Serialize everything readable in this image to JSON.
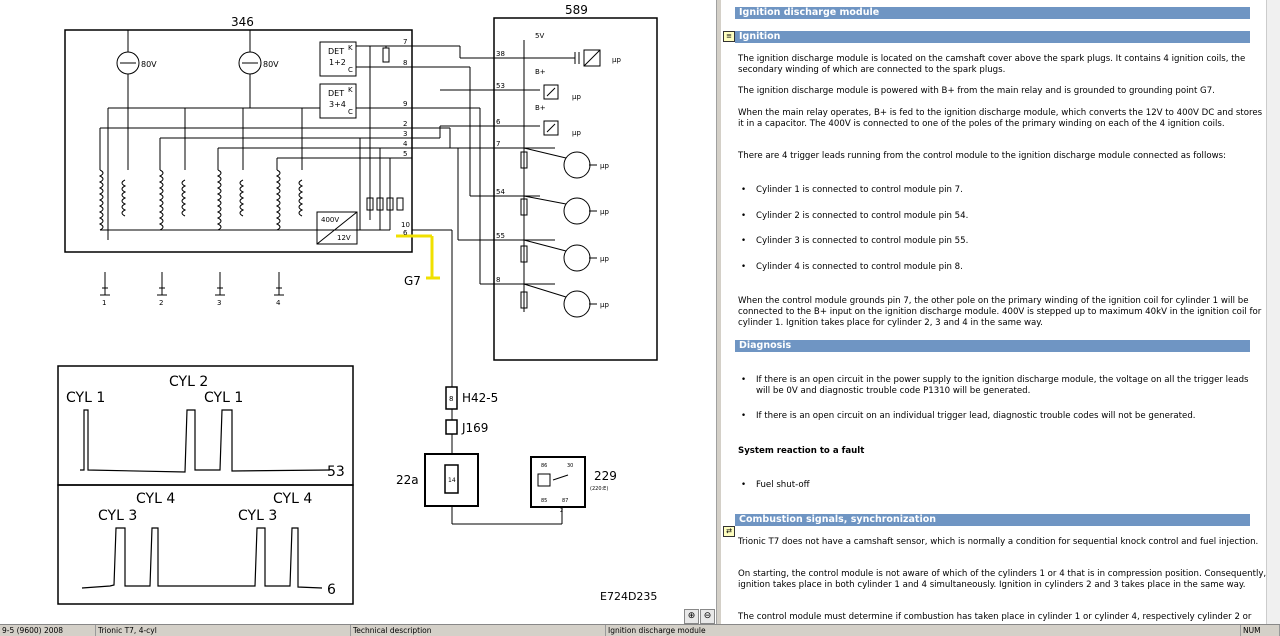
{
  "diagram": {
    "module_346": "346",
    "module_589": "589",
    "cap1": "80V",
    "cap2": "80V",
    "det12": [
      "DET",
      "1+2"
    ],
    "det34": [
      "DET",
      "3+4"
    ],
    "k": "K",
    "c": "C",
    "pins_left": [
      "7",
      "8",
      "9",
      "2",
      "3",
      "4",
      "5",
      "10",
      "6"
    ],
    "pins_right": [
      "38",
      "53",
      "6",
      "7",
      "54",
      "55",
      "8"
    ],
    "v5": "5V",
    "bplus": "B+",
    "mu": "µp",
    "conv": [
      "400V",
      "12V"
    ],
    "ground": "G7",
    "cyl_nums": [
      "1",
      "2",
      "3",
      "4"
    ],
    "h42": "H42-5",
    "h42pin": "8",
    "j169": "J169",
    "c22a": "22a",
    "c22pin": "14",
    "c229": "229",
    "c229sub": "(220:E)",
    "relay_pins": [
      "86",
      "30",
      "85",
      "87"
    ],
    "relay_bottom": "2",
    "w1": {
      "cyl_a": "CYL 1",
      "cyl_b": "CYL 2",
      "cyl_c": "CYL 1",
      "pin": "53"
    },
    "w2": {
      "cyl_a": "CYL 4",
      "cyl_b": "CYL 4",
      "cyl_c": "CYL 3",
      "cyl_d": "CYL 3",
      "pin": "6"
    },
    "figure_id": "E724D235"
  },
  "doc": {
    "title": "Ignition discharge module",
    "sec_ignition": "Ignition",
    "p1": "The ignition discharge module is located on the camshaft cover above the spark plugs. It contains 4 ignition coils, the secondary winding of which are connected to the spark plugs.",
    "p2": "The ignition discharge module is powered with B+ from the main relay and is grounded to grounding point G7.",
    "p3": "When the main relay operates, B+ is fed to the ignition discharge module, which converts the 12V to 400V DC and stores it in a capacitor. The 400V is connected to one of the poles of the primary winding on each of the 4 ignition coils.",
    "p4": "There are 4 trigger leads running from the control module to the ignition discharge module connected as follows:",
    "bullets1": [
      "Cylinder 1 is connected to control module pin 7.",
      "Cylinder 2 is connected to control module pin 54.",
      "Cylinder 3 is connected to control module pin 55.",
      "Cylinder 4 is connected to control module pin 8."
    ],
    "p5": "When the control module grounds pin 7, the other pole on the primary winding of the ignition coil for cylinder 1 will be connected to the B+ input on the ignition discharge module. 400V is stepped up to maximum 40kV in the ignition coil for cylinder 1. Ignition takes place for cylinder 2, 3 and 4 in the same way.",
    "sec_diag": "Diagnosis",
    "bullets2": [
      "If there is an open circuit in the power supply to the ignition discharge module, the voltage on all the trigger leads will be 0V and diagnostic trouble code P1310 will be generated.",
      "If there is an open circuit on an individual trigger lead, diagnostic trouble codes will not be generated."
    ],
    "sysreact": "System reaction to a fault",
    "bullets3": [
      "Fuel shut-off"
    ],
    "sec_comb": "Combustion signals, synchronization",
    "p6": "Trionic T7 does not have a camshaft sensor, which is normally a condition for sequential knock control and fuel injection.",
    "p7": "On starting, the control module is not aware of which of the cylinders 1 or 4 that is in compression position. Consequently, ignition takes place in both cylinder 1 and 4 simultaneously. Ignition in cylinders 2 and 3 takes place in the same way.",
    "p8": "The control module must determine if combustion has taken place in cylinder 1 or cylinder 4, respectively cylinder 2 or"
  },
  "status": {
    "c1": "9-5 (9600) 2008",
    "c2": "Trionic T7, 4-cyl",
    "c3": "Technical description",
    "c4": "Ignition discharge module",
    "c5": "NUM"
  },
  "colors": {
    "section": "#6f95c3",
    "highlight": "#f0e000"
  }
}
